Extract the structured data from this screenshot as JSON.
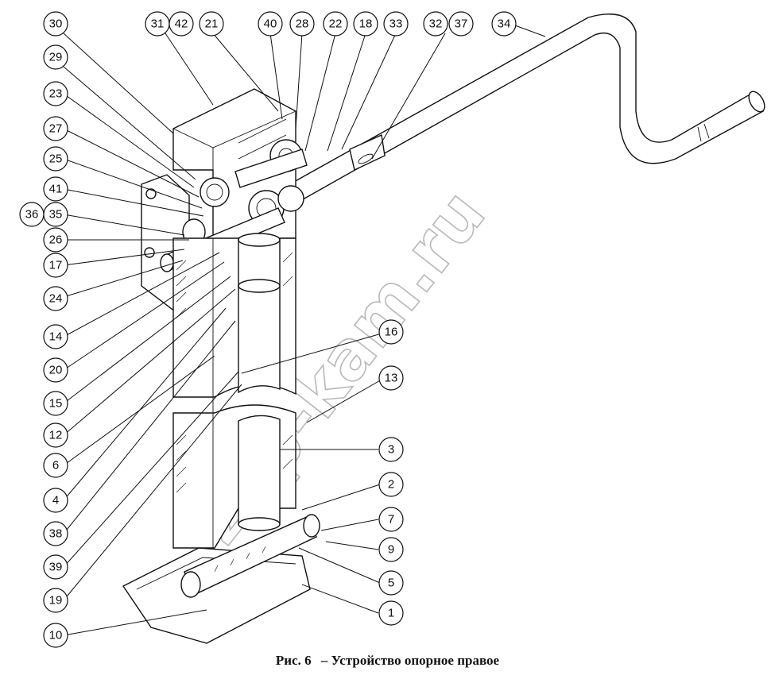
{
  "caption": {
    "label": "Рис. 6",
    "text": "– Устройство опорное правое"
  },
  "watermark": "zap-kam.ru",
  "callouts": [
    "30",
    "31",
    "42",
    "21",
    "40",
    "28",
    "22",
    "18",
    "33",
    "32",
    "37",
    "34",
    "29",
    "23",
    "27",
    "25",
    "41",
    "36",
    "35",
    "26",
    "17",
    "24",
    "14",
    "20",
    "15",
    "12",
    "6",
    "4",
    "38",
    "39",
    "19",
    "10",
    "16",
    "13",
    "3",
    "2",
    "7",
    "9",
    "5",
    "1"
  ]
}
